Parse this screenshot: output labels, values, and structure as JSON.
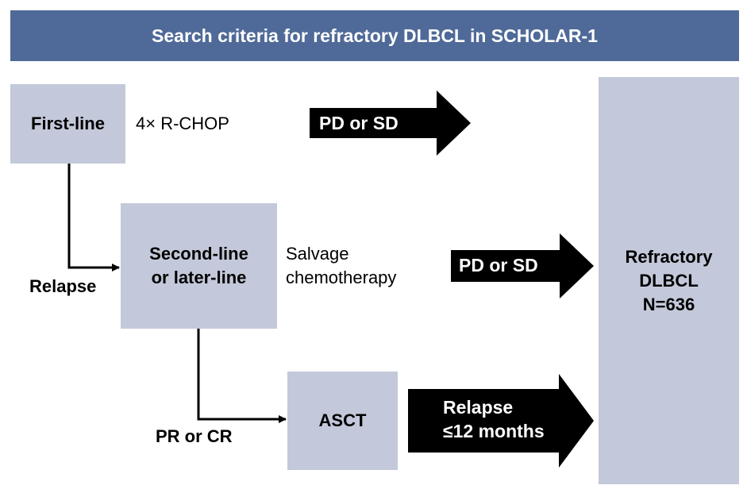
{
  "header": {
    "title": "Search criteria for refractory DLBCL in SCHOLAR-1"
  },
  "first_line": {
    "label": "First-line",
    "treatment": "4× R-CHOP",
    "arrow_label": "PD or SD"
  },
  "second_line": {
    "label_line1": "Second-line",
    "label_line2": "or later-line",
    "treatment_line1": "Salvage",
    "treatment_line2": "chemotherapy",
    "arrow_label": "PD or SD"
  },
  "asct": {
    "label": "ASCT",
    "arrow_label_line1": "Relapse",
    "arrow_label_line2": "≤12 months"
  },
  "connectors": {
    "relapse_label": "Relapse",
    "response_label": "PR or CR"
  },
  "outcome": {
    "line1": "Refractory",
    "line2": "DLBCL",
    "line3": "N=636"
  },
  "colors": {
    "header": "#4f6a98",
    "box": "#c3c9da",
    "arrow": "#000000"
  }
}
